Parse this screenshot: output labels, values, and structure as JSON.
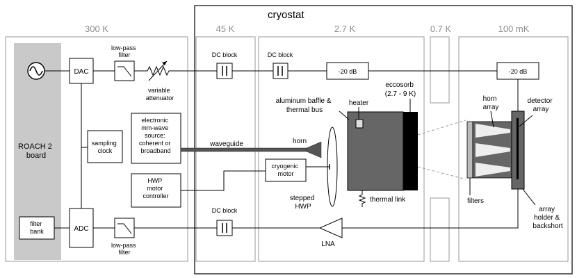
{
  "title": "cryostat",
  "stages": {
    "s300k": "300 K",
    "s45k": "45 K",
    "s27k": "2.7 K",
    "s07k": "0.7 K",
    "s100mk": "100 mK"
  },
  "roach": [
    "ROACH 2",
    "board"
  ],
  "blocks": {
    "dac": "DAC",
    "adc": "ADC",
    "sampling_clock": [
      "sampling",
      "clock"
    ],
    "filter_bank": [
      "filter",
      "bank"
    ],
    "electronic_source": [
      "electronic",
      "mm-wave",
      "source:",
      "coherent or",
      "broadband"
    ],
    "hwp_controller": [
      "HWP",
      "motor",
      "controller"
    ],
    "cryogenic_motor": [
      "cryogenic",
      "motor"
    ],
    "atten_45k": "-20 dB",
    "atten_100mk": "-20 dB"
  },
  "labels": {
    "lowpass_top": [
      "low-pass",
      "filter"
    ],
    "lowpass_bottom": [
      "low-pass",
      "filter"
    ],
    "variable_attenuator": [
      "variable",
      "attenuator"
    ],
    "dc_block_45k_top": "DC block",
    "dc_block_27k_top": "DC block",
    "dc_block_45k_bottom": "DC block",
    "waveguide": "waveguide",
    "horn": "horn",
    "heater": "heater",
    "aluminum_baffle": [
      "aluminum baffle &",
      "thermal bus"
    ],
    "eccosorb": [
      "eccosorb",
      "(2.7 - 9 K)"
    ],
    "stepped_hwp": [
      "stepped",
      "HWP"
    ],
    "thermal_link": "thermal link",
    "lna": "LNA",
    "horn_array": [
      "horn",
      "array"
    ],
    "detector_array": [
      "detector",
      "array"
    ],
    "filters": "filters",
    "array_holder": [
      "array",
      "holder &",
      "backshort"
    ]
  }
}
